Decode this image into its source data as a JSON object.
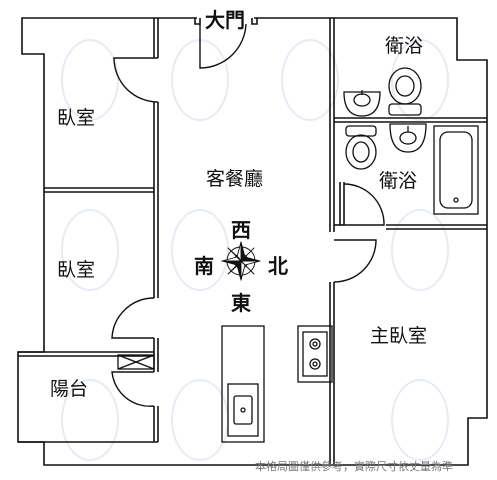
{
  "rooms": {
    "entrance": "大門",
    "bath_top": "衛浴",
    "bedroom_1": "臥室",
    "living_dining": "客餐廳",
    "bath_mid": "衛浴",
    "bedroom_2": "臥室",
    "master_bedroom": "主臥室",
    "balcony": "陽台"
  },
  "compass": {
    "west": "西",
    "south": "南",
    "north": "北",
    "east": "東"
  },
  "disclaimer": "本格局圖僅供參考，實際尺寸依丈量為準",
  "colors": {
    "wall": "#111111",
    "background": "#ffffff",
    "watermark": "#e6ebf4",
    "note": "#777777"
  }
}
